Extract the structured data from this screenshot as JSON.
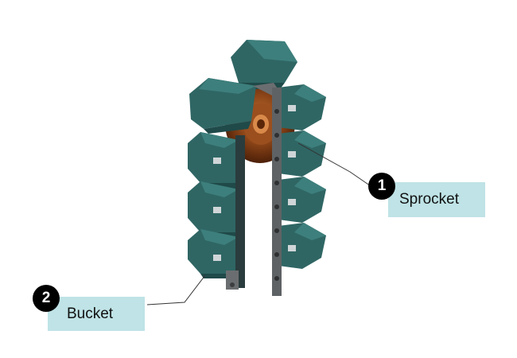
{
  "callouts": [
    {
      "number": "1",
      "label": "Sprocket"
    },
    {
      "number": "2",
      "label": "Bucket"
    }
  ],
  "colors": {
    "bucket_front": "#2f6664",
    "bucket_side": "#1f4a49",
    "bucket_top": "#3d7f7c",
    "chain": "#6b6e70",
    "sprocket": "#7a3a14",
    "sprocket_highlight": "#b0622a",
    "label_bg": "#bfe3e6",
    "badge_bg": "#000000"
  }
}
